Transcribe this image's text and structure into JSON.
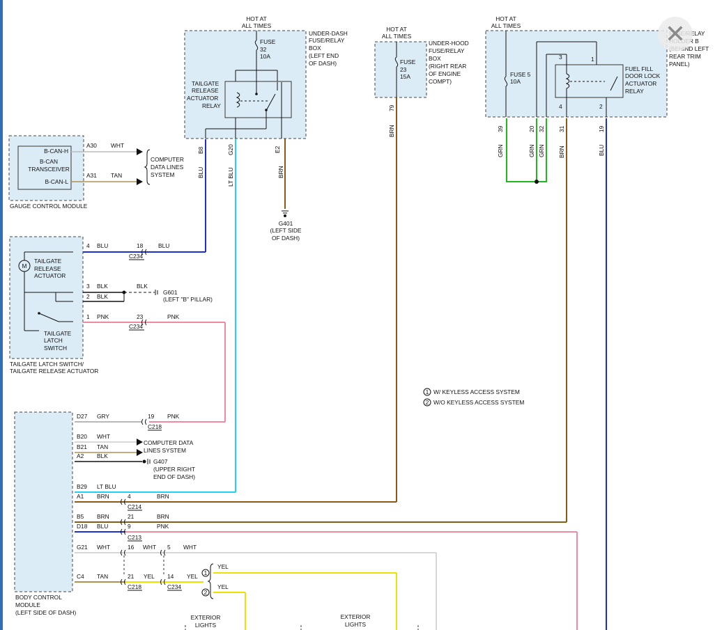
{
  "components": {
    "underdash_box_label": [
      "UNDER-DASH",
      "FUSE/RELAY",
      "BOX",
      "(LEFT END",
      "OF DASH)"
    ],
    "underdash_hot": [
      "HOT AT",
      "ALL TIMES"
    ],
    "underdash_fuse": [
      "FUSE",
      "32",
      "10A"
    ],
    "tailgate_relay": [
      "TAILGATE",
      "RELEASE",
      "ACTUATOR",
      "RELAY"
    ],
    "underhood_box_label": [
      "UNDER-HOOD",
      "FUSE/RELAY",
      "BOX",
      "(RIGHT REAR",
      "OF ENGINE",
      "COMPT)"
    ],
    "underhood_hot": [
      "HOT AT",
      "ALL TIMES"
    ],
    "underhood_fuse": [
      "FUSE",
      "23",
      "15A"
    ],
    "holder_label": [
      "FUSE/RELAY",
      "HOLDER B",
      "(BEHIND LEFT",
      "REAR TRIM",
      "PANEL)"
    ],
    "holder_hot": [
      "HOT AT",
      "ALL TIMES"
    ],
    "holder_fuse": [
      "FUSE 5",
      "10A"
    ],
    "fuelfill_relay": [
      "FUEL FILL",
      "DOOR LOCK",
      "ACTUATOR",
      "RELAY"
    ],
    "gauge_module": "GAUGE CONTROL MODULE",
    "bcan_h": "B-CAN-H",
    "bcan_trans": [
      "B-CAN",
      "TRANSCEIVER"
    ],
    "bcan_l": "B-CAN-L",
    "computer_lines": [
      "COMPUTER",
      "DATA LINES",
      "SYSTEM"
    ],
    "tailgate_actuator": [
      "TAILGATE",
      "RELEASE",
      "ACTUATOR"
    ],
    "tailgate_latch": [
      "TAILGATE",
      "LATCH",
      "SWITCH"
    ],
    "tailgate_assembly": [
      "TAILGATE LATCH SWITCH/",
      "TAILGATE RELEASE ACTUATOR"
    ],
    "g401": [
      "G401",
      "(LEFT SIDE",
      "OF DASH)"
    ],
    "g601": [
      "G601",
      "(LEFT \"B\" PILLAR)"
    ],
    "g407": [
      "G407",
      "(UPPER RIGHT",
      "END OF DASH)"
    ],
    "bcm": [
      "BODY CONTROL",
      "MODULE",
      "(LEFT SIDE OF DASH)"
    ],
    "bcm_computer_lines": [
      "COMPUTER DATA",
      "LINES SYSTEM"
    ],
    "exterior_lights_1": [
      "EXTERIOR",
      "LIGHTS"
    ],
    "exterior_lights_2": [
      "EXTERIOR",
      "LIGHTS"
    ],
    "motor_symbol": "M"
  },
  "legend": [
    {
      "num": "1",
      "text": "W/ KEYLESS ACCESS SYSTEM"
    },
    {
      "num": "2",
      "text": "W/O KEYLESS ACCESS SYSTEM"
    }
  ],
  "pins": {
    "b8": "B8",
    "g20": "G20",
    "e2": "E2",
    "p79": "79",
    "p39": "39",
    "p20": "20",
    "p32": "32",
    "p31": "31",
    "p19": "19",
    "r3": "3",
    "r1": "1",
    "r4": "4",
    "r2": "2",
    "a30": "A30",
    "a31": "A31",
    "t4": "4",
    "t3": "3",
    "t2": "2",
    "t1": "1",
    "c18": "18",
    "c23": "23",
    "d27": "D27",
    "b20": "B20",
    "b21": "B21",
    "a2": "A2",
    "b29": "B29",
    "a1": "A1",
    "b5": "B5",
    "d18": "D18",
    "g21": "G21",
    "c4": "C4",
    "c19": "19",
    "c4b": "4",
    "c21": "21",
    "c9": "9",
    "c16": "16",
    "c5": "5",
    "c21b": "21",
    "c14": "14"
  },
  "connectors": {
    "c234a": "C234",
    "c234b": "C234",
    "c218a": "C218",
    "c214": "C214",
    "c213": "C213",
    "c218b": "C218",
    "c234c": "C234"
  },
  "wires": {
    "blu": "BLU",
    "ltblu": "LT BLU",
    "brn": "BRN",
    "grn": "GRN",
    "wht": "WHT",
    "tan": "TAN",
    "blk": "BLK",
    "pnk": "PNK",
    "gry": "GRY",
    "yel": "YEL",
    "ltblu2": "LT BLU"
  },
  "colors": {
    "blue": "#1b2fd1",
    "cyan": "#22d3ee",
    "brown": "#8a5a14",
    "green": "#1fb81f",
    "pink": "#f08aa0",
    "gray": "#b8b8b8",
    "yellow": "#f0e000",
    "tan": "#b09050",
    "black": "#111111"
  },
  "ui": {
    "close_icon": "close-icon"
  }
}
